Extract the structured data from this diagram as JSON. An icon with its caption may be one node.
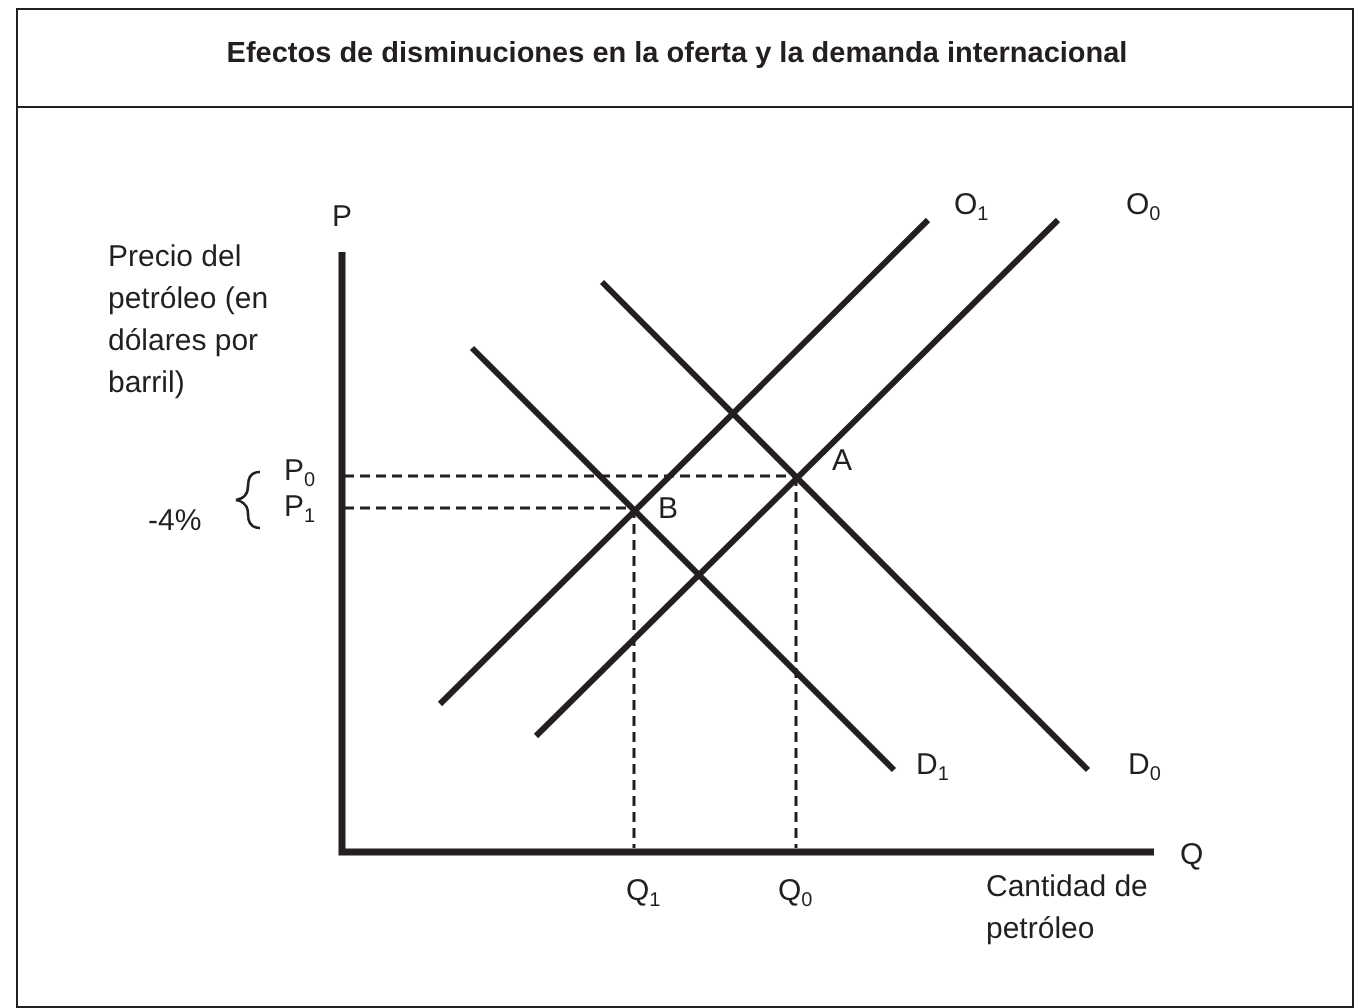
{
  "diagram": {
    "title": "Efectos de disminuciones en la oferta y la demanda internacional",
    "labels": [
      "P",
      "O$_{1}$",
      "O$_{0}$",
      "Precio del petróleo (en dólares por barril)",
      "P$_{0}$",
      "A",
      "-4%",
      "P$_{1}$",
      "B",
      "D$_{1}$",
      "D$_{0}$",
      "Q",
      "Q$_{1}$",
      "Q$_{0}$",
      "Cantidad de petróleo"
    ]
  }
}
